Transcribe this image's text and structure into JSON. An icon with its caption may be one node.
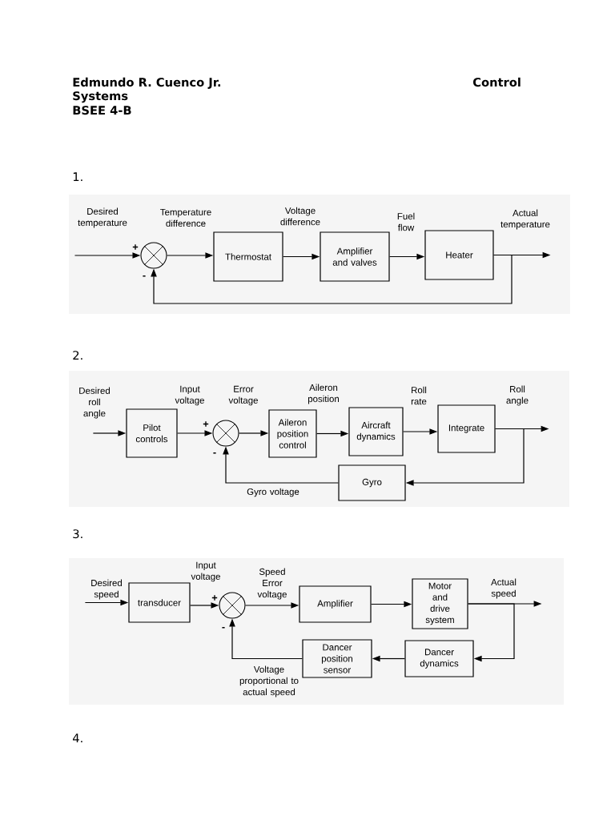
{
  "diagram": {
    "nodes": [
      {
        "text": [],
        "shape": "circle",
        "beside": [
          "+",
          "-"
        ]
      },
      {
        "text": [
          "Thermostat"
        ]
      },
      {
        "text": [
          "Amplifier and valves"
        ]
      },
      {
        "text": [
          "Heater"
        ]
      },
      {
        "text": [
          "Pilot controls"
        ]
      },
      {
        "text": [],
        "shape": "circle",
        "beside": [
          "+",
          "-"
        ]
      },
      {
        "text": [
          "Aileron position control"
        ]
      },
      {
        "text": [
          "Aircraft dynamics"
        ]
      },
      {
        "text": [
          "Integrate"
        ]
      },
      {
        "text": [
          "Gyro"
        ]
      },
      {
        "text": [
          "transducer"
        ]
      },
      {
        "text": [],
        "shape": "circle",
        "beside": [
          "+",
          "-"
        ]
      },
      {
        "text": [
          "Amplifier"
        ]
      },
      {
        "text": [
          "Motor and drive system"
        ]
      },
      {
        "text": [
          "Dancer position sensor"
        ]
      },
      {
        "text": [
          "Dancer dynamics"
        ]
      }
    ],
    "edges": [
      {
        "from": null,
        "to": 0,
        "arrow": "to",
        "label": "Desired temperature"
      },
      {
        "from": 0,
        "to": 1,
        "arrow": "to",
        "label": "Temperature difference"
      },
      {
        "from": 1,
        "to": 2,
        "arrow": "to",
        "label": "Voltage difference"
      },
      {
        "from": 2,
        "to": 3,
        "arrow": "to",
        "label": "Fuel flow"
      },
      {
        "from": 3,
        "to": null,
        "arrow": "to",
        "label": "Actual temperature"
      },
      {
        "from": 3,
        "to": 0,
        "arrow": "to"
      },
      {
        "from": null,
        "to": 4,
        "arrow": "to",
        "label": "Desired roll angle"
      },
      {
        "from": 4,
        "to": 5,
        "arrow": "to",
        "label": "Input voltage"
      },
      {
        "from": 5,
        "to": 6,
        "arrow": "to",
        "label": "Error voltage"
      },
      {
        "from": 6,
        "to": 7,
        "arrow": "to",
        "label": "Aileron position"
      },
      {
        "from": 7,
        "to": 8,
        "arrow": "to",
        "label": "Roll rate"
      },
      {
        "from": 8,
        "to": null,
        "arrow": "to",
        "label": "Roll angle"
      },
      {
        "from": 8,
        "to": 9,
        "arrow": "to"
      },
      {
        "from": 9,
        "to": 5,
        "arrow": "to",
        "label": "Gyro voltage"
      },
      {
        "from": null,
        "to": 10,
        "arrow": "to",
        "label": "Desired speed"
      },
      {
        "from": 10,
        "to": 11,
        "arrow": "to",
        "label": "Input voltage"
      },
      {
        "from": 11,
        "to": 12,
        "arrow": "to",
        "label": "Speed Error voltage"
      },
      {
        "from": 12,
        "to": 13,
        "arrow": "to"
      },
      {
        "from": 13,
        "to": null,
        "arrow": "to",
        "label": "Actual speed"
      },
      {
        "from": 13,
        "to": 15,
        "arrow": "to"
      },
      {
        "from": 15,
        "to": 14,
        "arrow": "to"
      },
      {
        "from": 14,
        "to": 11,
        "arrow": "to",
        "label": "Voltage proportional to actual speed"
      }
    ],
    "labels": [
      "Edmundo R. Cuenco Jr.",
      "Control",
      "Systems",
      "BSEE 4-B",
      "1.",
      "2.",
      "3.",
      "4."
    ]
  }
}
